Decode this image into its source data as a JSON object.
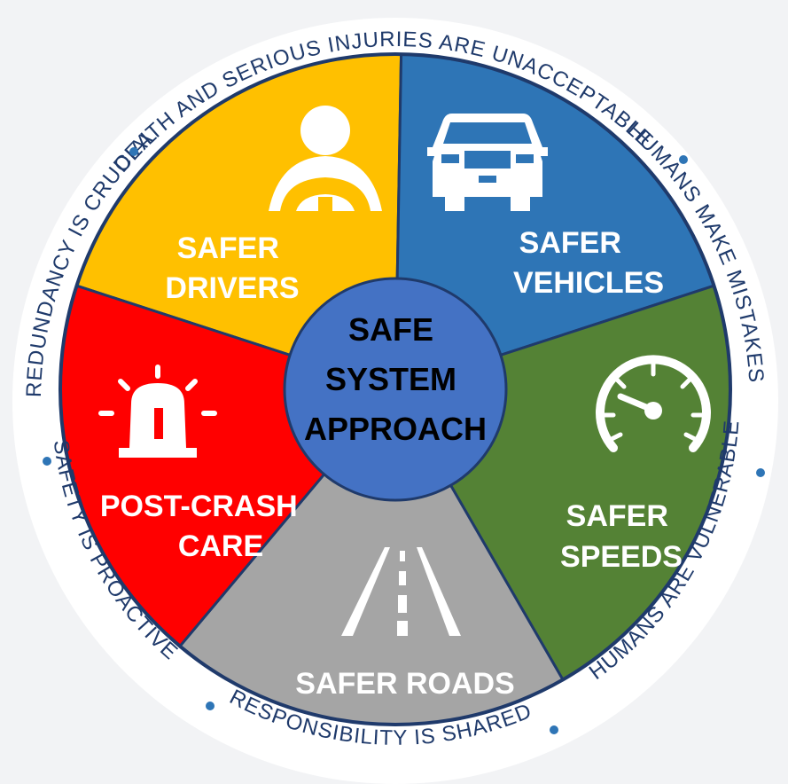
{
  "center": {
    "lines": [
      "SAFE",
      "SYSTEM",
      "APPROACH"
    ],
    "color": "#4472c4"
  },
  "segments": [
    {
      "id": "drivers",
      "lines": [
        "SAFER",
        "DRIVERS"
      ],
      "color": "#ffc000",
      "icon": "driver-icon"
    },
    {
      "id": "vehicles",
      "lines": [
        "SAFER",
        "VEHICLES"
      ],
      "color": "#2e75b6",
      "icon": "car-icon"
    },
    {
      "id": "speeds",
      "lines": [
        "SAFER",
        "SPEEDS"
      ],
      "color": "#548235",
      "icon": "speedometer-icon"
    },
    {
      "id": "roads",
      "lines": [
        "SAFER ROADS"
      ],
      "color": "#a5a5a5",
      "icon": "road-icon"
    },
    {
      "id": "care",
      "lines": [
        "POST-CRASH",
        "CARE"
      ],
      "color": "#ff0000",
      "icon": "siren-icon"
    }
  ],
  "principles": [
    "DEATH AND SERIOUS INJURIES ARE UNACCEPTABLE",
    "HUMANS MAKE MISTAKES",
    "HUMANS ARE VULNERABLE",
    "RESPONSIBILITY IS SHARED",
    "SAFETY IS PROACTIVE",
    "REDUNDANCY IS CRUCIAL"
  ],
  "ring_color": "#1f3a6b",
  "dot_color": "#2e75b6"
}
